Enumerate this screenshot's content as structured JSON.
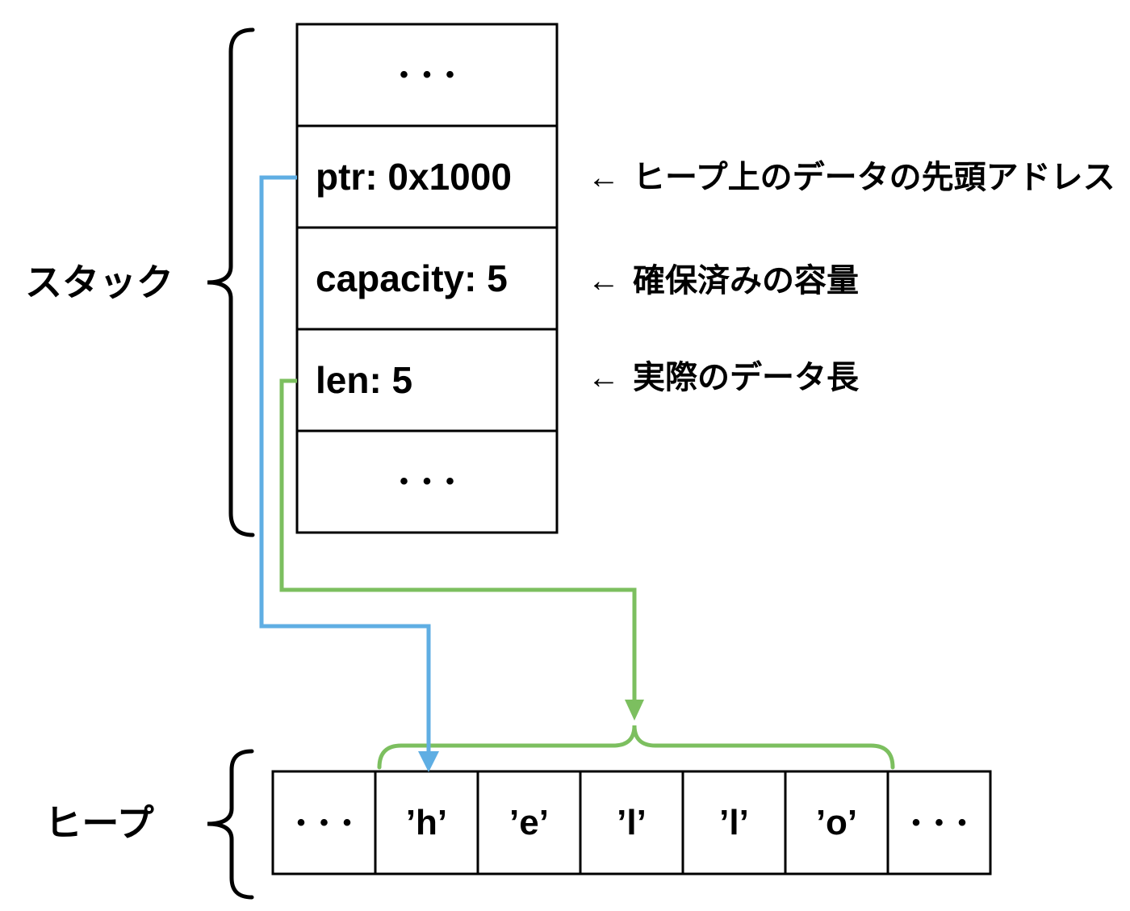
{
  "diagram_title": "String stack/heap memory layout",
  "colors": {
    "pointer_line_blue": "#5FAEE3",
    "length_line_green": "#7CBF5F",
    "shape_black": "#000000"
  },
  "stack": {
    "label": "スタック",
    "rows": [
      {
        "text": "•••",
        "kind": "dots"
      },
      {
        "text": "ptr: 0x1000",
        "kind": "value"
      },
      {
        "text": "capacity: 5",
        "kind": "value"
      },
      {
        "text": "len: 5",
        "kind": "value"
      },
      {
        "text": "•••",
        "kind": "dots"
      }
    ]
  },
  "annotations": [
    {
      "arrow": "←",
      "text": "ヒープ上のデータの先頭アドレス"
    },
    {
      "arrow": "←",
      "text": "確保済みの容量"
    },
    {
      "arrow": "←",
      "text": "実際のデータ長"
    }
  ],
  "heap": {
    "label": "ヒープ",
    "cells": [
      {
        "text": "•••",
        "kind": "dots"
      },
      {
        "text": "’h’",
        "kind": "value"
      },
      {
        "text": "’e’",
        "kind": "value"
      },
      {
        "text": "’l’",
        "kind": "value"
      },
      {
        "text": "’l’",
        "kind": "value"
      },
      {
        "text": "’o’",
        "kind": "value"
      },
      {
        "text": "•••",
        "kind": "dots"
      }
    ]
  }
}
